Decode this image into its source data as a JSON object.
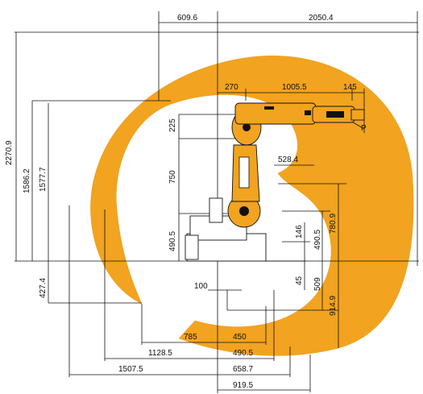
{
  "diagram": {
    "colors": {
      "workspace": "#f2a31f",
      "robot": "#f2a31f",
      "lines": "#111111",
      "background": "#ffffff"
    },
    "top_labels": {
      "a": "609.6",
      "b": "2050.4"
    },
    "arm_labels": {
      "a": "270",
      "b": "1005.5",
      "c": "145",
      "point": "P"
    },
    "vertical_left": {
      "total": "2270.9",
      "v1": "1586.2",
      "v2": "1577.7",
      "lower": "427.4"
    },
    "robot_vertical": {
      "a": "225",
      "b": "750",
      "c": "490.5"
    },
    "right_labels": {
      "a": "528.4",
      "b": "146",
      "c": "490.5",
      "d": "780.9",
      "e": "45",
      "f": "509",
      "g": "914.9"
    },
    "bottom_labels": {
      "a": "100",
      "b": "785",
      "c": "450",
      "d": "1128.5",
      "e": "490.5",
      "f": "1507.5",
      "g": "658.7",
      "h": "919.5"
    }
  }
}
